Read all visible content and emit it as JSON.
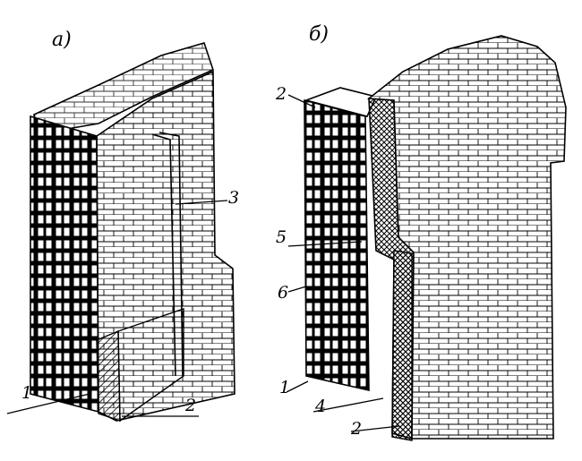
{
  "figure": {
    "panel_a_label": "а)",
    "panel_b_label": "б)",
    "callouts_a": [
      "1",
      "2",
      "3"
    ],
    "callouts_b": [
      "2",
      "5",
      "6",
      "1",
      "4",
      "2"
    ],
    "line_color": "#000000",
    "background": "#ffffff"
  }
}
